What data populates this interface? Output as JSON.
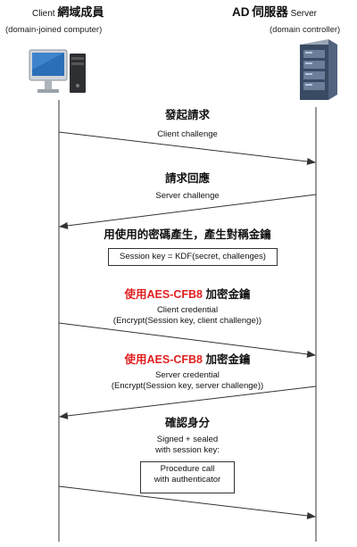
{
  "client": {
    "label_en": "Client",
    "label_cn": "網域成員",
    "subtitle": "(domain-joined computer)"
  },
  "server": {
    "label_ad": "AD",
    "label_cn": "伺服器",
    "label_en": "Server",
    "subtitle": "(domain controller)"
  },
  "steps": [
    {
      "title": "發起請求",
      "note": "Client challenge"
    },
    {
      "title": "請求回應",
      "note": "Server challenge"
    },
    {
      "title": "用使用的密碼產生，產生對稱金鑰",
      "box": "Session key = KDF(secret, challenges)"
    },
    {
      "title_red": "使用AES-CFB8",
      "title_black": "加密金鑰",
      "note1": "Client credential",
      "note2": "(Encrypt(Session key, client challenge))"
    },
    {
      "title_red": "使用AES-CFB8",
      "title_black": "加密金鑰",
      "note1": "Server credential",
      "note2": "(Encrypt(Session key, server challenge))"
    },
    {
      "title": "確認身分",
      "note1": "Signed + sealed",
      "note2": "with session key:",
      "box1": "Procedure call",
      "box2": "with authenticator"
    }
  ],
  "colors": {
    "accent_red": "#e02020",
    "lines": "#333333"
  }
}
